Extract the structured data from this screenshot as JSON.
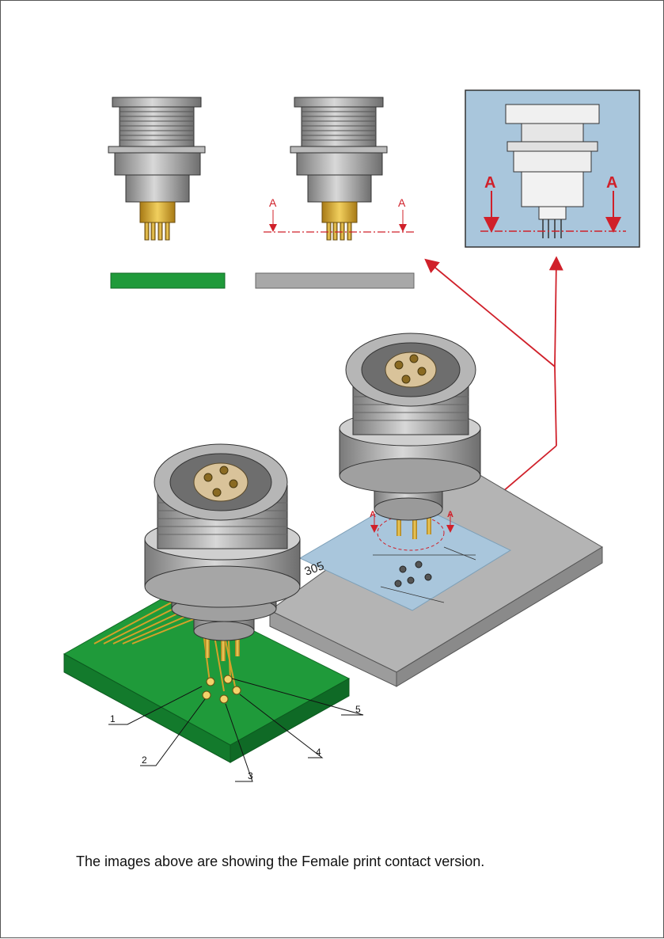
{
  "labels": {
    "section_mark": "A",
    "board_marking": "305",
    "pin_1": "1",
    "pin_2": "2",
    "pin_3": "3",
    "pin_4": "4",
    "pin_5": "5"
  },
  "caption": "The images above are showing the Female print contact version.",
  "colors": {
    "pcb": "#1f9a3a",
    "panel": "#a8a8a8",
    "callout_red": "#d0202a",
    "detail_bg": "#a9c6dc",
    "gold": "#d4a12a"
  }
}
